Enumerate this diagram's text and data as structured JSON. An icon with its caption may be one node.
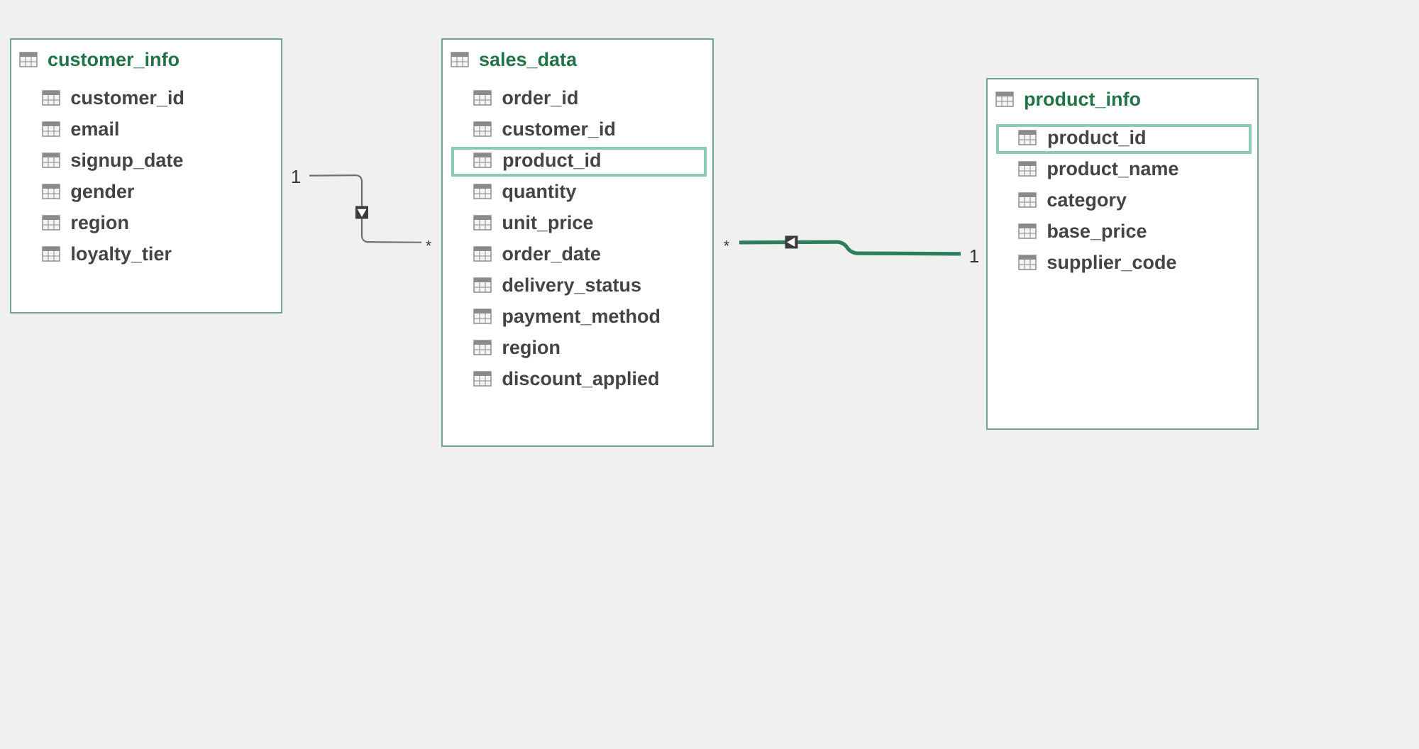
{
  "diagram": {
    "nodes": [
      {
        "text": [
          "customer_info"
        ]
      },
      {
        "text": [
          "customer_id"
        ],
        "in": 0
      },
      {
        "text": [
          "email"
        ],
        "in": 0
      },
      {
        "text": [
          "signup_date"
        ],
        "in": 0
      },
      {
        "text": [
          "gender"
        ],
        "in": 0
      },
      {
        "text": [
          "region"
        ],
        "in": 0
      },
      {
        "text": [
          "loyalty_tier"
        ],
        "in": 0
      },
      {
        "text": [
          "sales_data"
        ]
      },
      {
        "text": [
          "order_id"
        ],
        "in": 7
      },
      {
        "text": [
          "customer_id"
        ],
        "in": 7
      },
      {
        "text": [
          "product_id"
        ],
        "in": 7
      },
      {
        "text": [
          "quantity"
        ],
        "in": 7
      },
      {
        "text": [
          "unit_price"
        ],
        "in": 7
      },
      {
        "text": [
          "order_date"
        ],
        "in": 7
      },
      {
        "text": [
          "delivery_status"
        ],
        "in": 7
      },
      {
        "text": [
          "payment_method"
        ],
        "in": 7
      },
      {
        "text": [
          "region"
        ],
        "in": 7
      },
      {
        "text": [
          "discount_applied"
        ],
        "in": 7
      },
      {
        "text": [
          "product_info"
        ]
      },
      {
        "text": [
          "product_id"
        ],
        "in": 18
      },
      {
        "text": [
          "product_name"
        ],
        "in": 18
      },
      {
        "text": [
          "category"
        ],
        "in": 18
      },
      {
        "text": [
          "base_price"
        ],
        "in": 18
      },
      {
        "text": [
          "supplier_code"
        ],
        "in": 18
      }
    ],
    "edges": [
      {
        "from": 0,
        "to": 7,
        "arrow": "to"
      },
      {
        "from": 18,
        "to": 7,
        "arrow": "to",
        "style": "thick",
        "color": "#2e7d5b"
      }
    ],
    "labels": [
      "1",
      "*",
      "*",
      "1"
    ]
  }
}
